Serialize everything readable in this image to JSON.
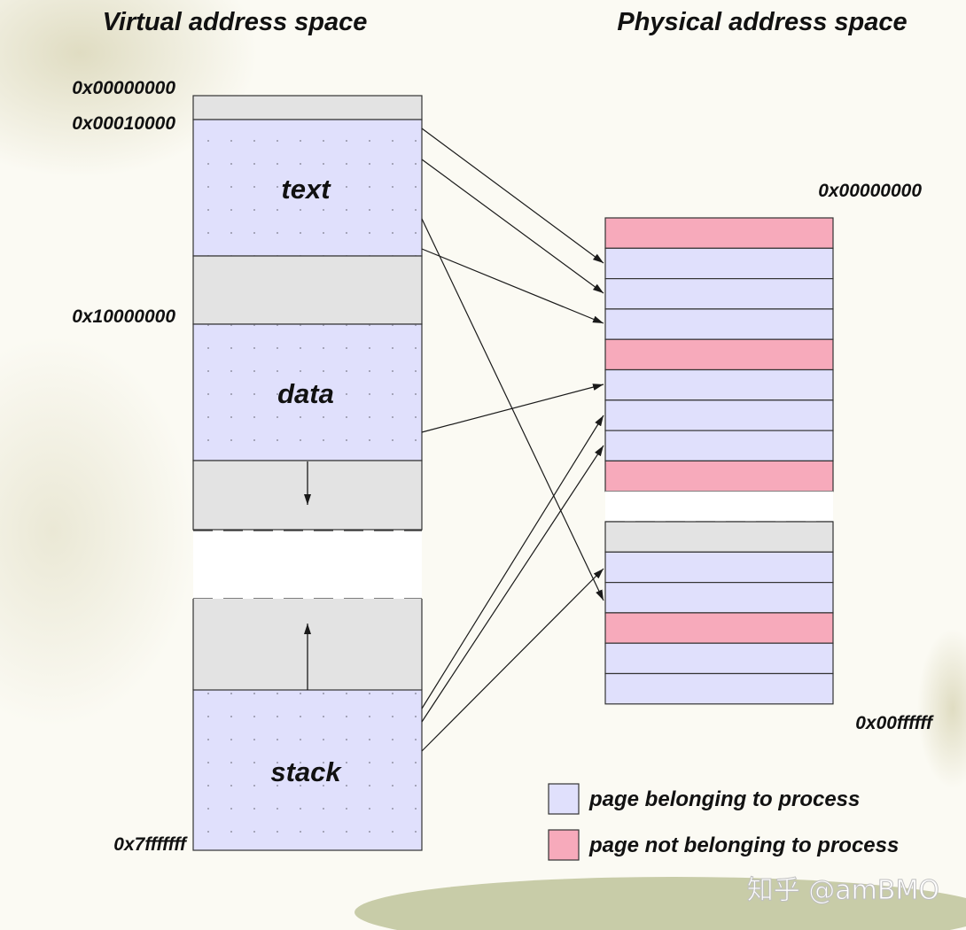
{
  "titles": {
    "virtual": "Virtual address space",
    "physical": "Physical address space"
  },
  "virtual_addresses": {
    "start": "0x00000000",
    "text_start": "0x00010000",
    "data_start": "0x10000000",
    "end": "0x7fffffff"
  },
  "physical_addresses": {
    "start": "0x00000000",
    "end": "0x00ffffff"
  },
  "segments": {
    "text": "text",
    "data": "data",
    "stack": "stack"
  },
  "legend": {
    "belonging": "page belonging to process",
    "not_belonging": "page not belonging to process"
  },
  "colors": {
    "belonging": "#e0e0fc",
    "not_belonging": "#f7aabb",
    "unused": "#e3e3e3"
  },
  "physical_pages": [
    "not_belonging",
    "belonging",
    "belonging",
    "belonging",
    "not_belonging",
    "belonging",
    "belonging",
    "belonging",
    "not_belonging",
    "gap",
    "unused",
    "belonging",
    "belonging",
    "not_belonging",
    "belonging",
    "belonging"
  ],
  "watermark": "知乎 @amBMO"
}
